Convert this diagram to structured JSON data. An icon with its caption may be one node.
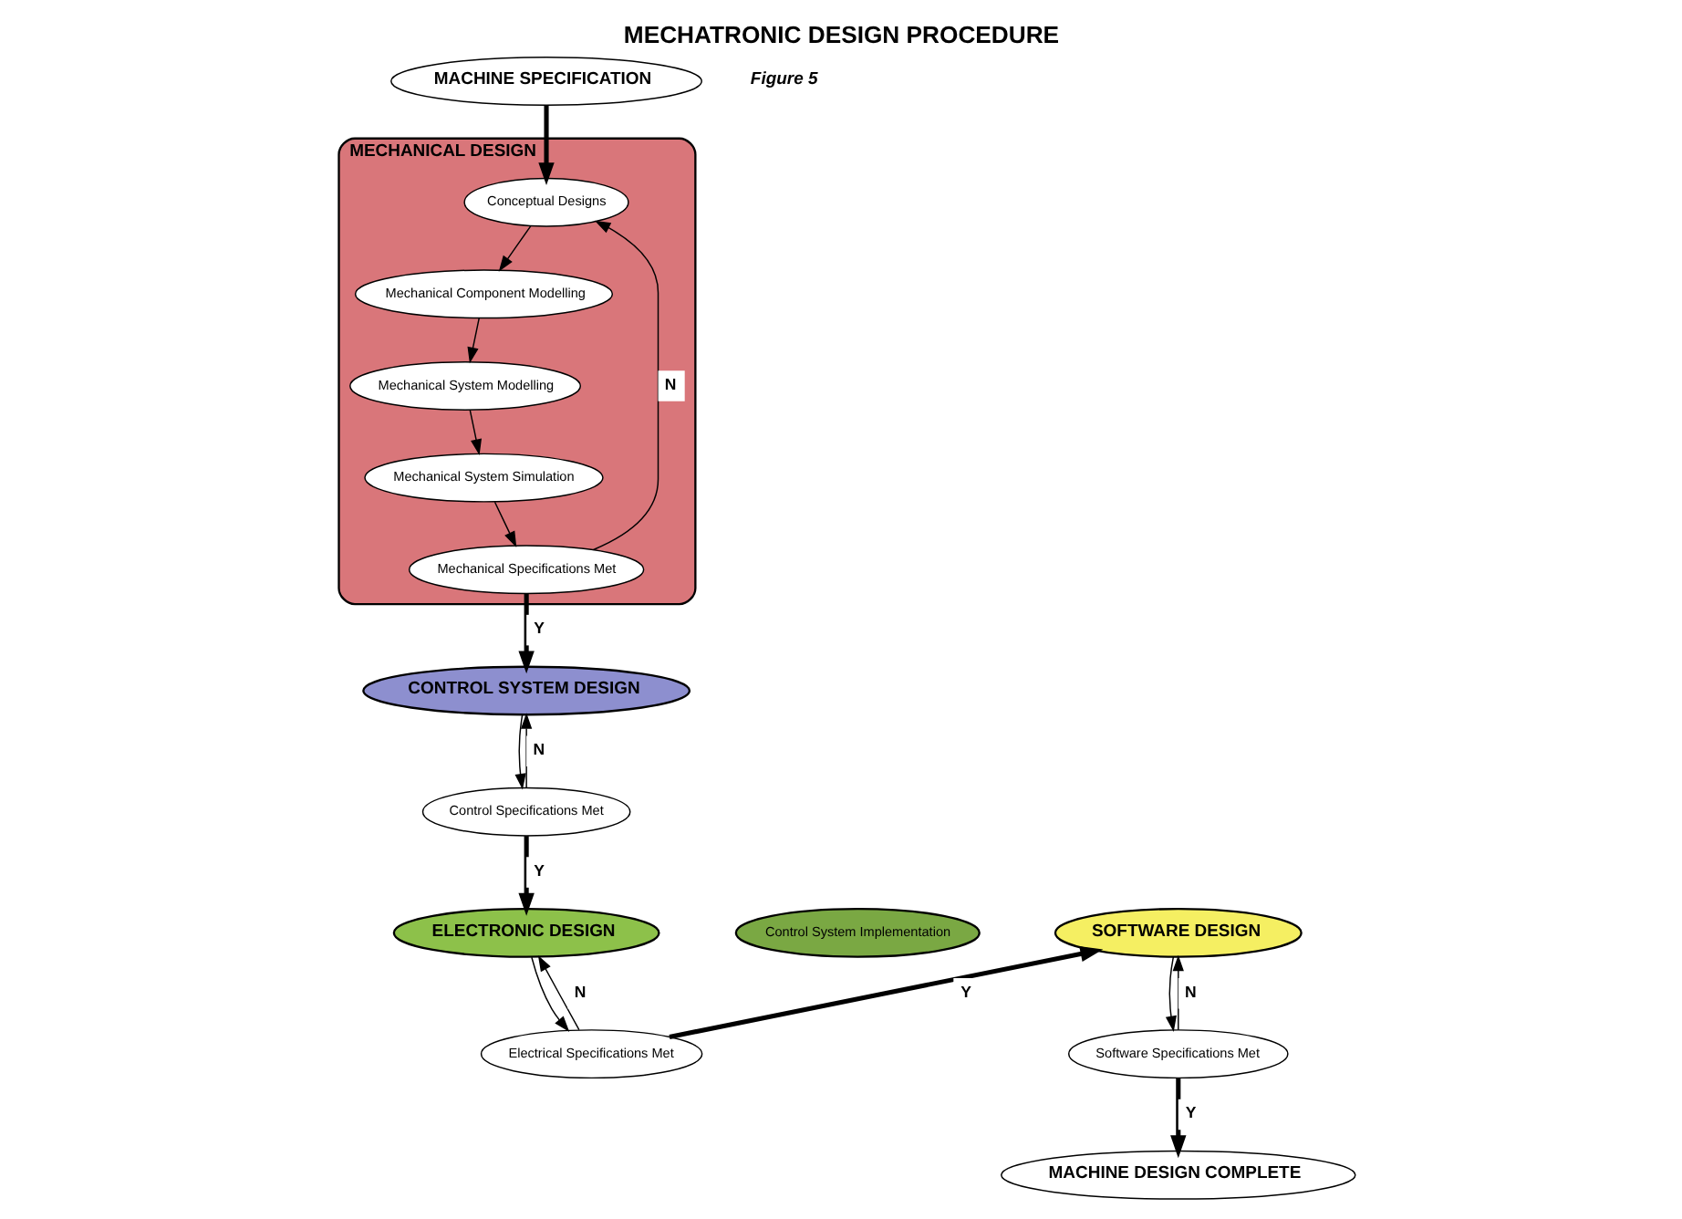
{
  "diagram": {
    "title": "MECHATRONIC DESIGN PROCEDURE",
    "caption": "Figure 5",
    "nodes": [
      {
        "text": [
          "MACHINE SPECIFICATION"
        ]
      },
      {
        "text": [
          "MECHANICAL DESIGN"
        ]
      },
      {
        "text": [
          "Conceptual Designs"
        ],
        "in": 1
      },
      {
        "text": [
          "Mechanical Component Modelling"
        ],
        "in": 1
      },
      {
        "text": [
          "Mechanical System Modelling"
        ],
        "in": 1
      },
      {
        "text": [
          "Mechanical System Simulation"
        ],
        "in": 1
      },
      {
        "text": [
          "Mechanical Specifications Met"
        ],
        "in": 1
      },
      {
        "text": [
          "CONTROL SYSTEM DESIGN"
        ]
      },
      {
        "text": [
          "Control Specifications Met"
        ]
      },
      {
        "text": [
          "ELECTRONIC DESIGN"
        ]
      },
      {
        "text": [
          "Control System Implementation"
        ]
      },
      {
        "text": [
          "SOFTWARE DESIGN"
        ]
      },
      {
        "text": [
          "Electrical Specifications Met"
        ]
      },
      {
        "text": [
          "Software Specifications Met"
        ]
      },
      {
        "text": [
          "MACHINE DESIGN COMPLETE"
        ]
      }
    ],
    "edges": [
      {
        "from": 0,
        "to": 2,
        "arrow": "to",
        "style": "thick"
      },
      {
        "from": 2,
        "to": 3,
        "arrow": "to"
      },
      {
        "from": 3,
        "to": 4,
        "arrow": "to"
      },
      {
        "from": 4,
        "to": 5,
        "arrow": "to"
      },
      {
        "from": 5,
        "to": 6,
        "arrow": "to"
      },
      {
        "from": 6,
        "to": 2,
        "arrow": "to",
        "label": "N"
      },
      {
        "from": 6,
        "to": 7,
        "arrow": "to",
        "label": "Y",
        "style": "thick"
      },
      {
        "from": 7,
        "to": 8,
        "arrow": "to"
      },
      {
        "from": 8,
        "to": 7,
        "arrow": "to",
        "label": "N"
      },
      {
        "from": 8,
        "to": 9,
        "arrow": "to",
        "label": "Y",
        "style": "thick"
      },
      {
        "from": 9,
        "to": 12,
        "arrow": "to"
      },
      {
        "from": 12,
        "to": 9,
        "arrow": "to",
        "label": "N"
      },
      {
        "from": 12,
        "to": 11,
        "arrow": "to",
        "label": "Y",
        "style": "thick"
      },
      {
        "from": 11,
        "to": 13,
        "arrow": "to"
      },
      {
        "from": 13,
        "to": 11,
        "arrow": "to",
        "label": "N"
      },
      {
        "from": 13,
        "to": 14,
        "arrow": "to",
        "label": "Y",
        "style": "thick"
      }
    ]
  }
}
